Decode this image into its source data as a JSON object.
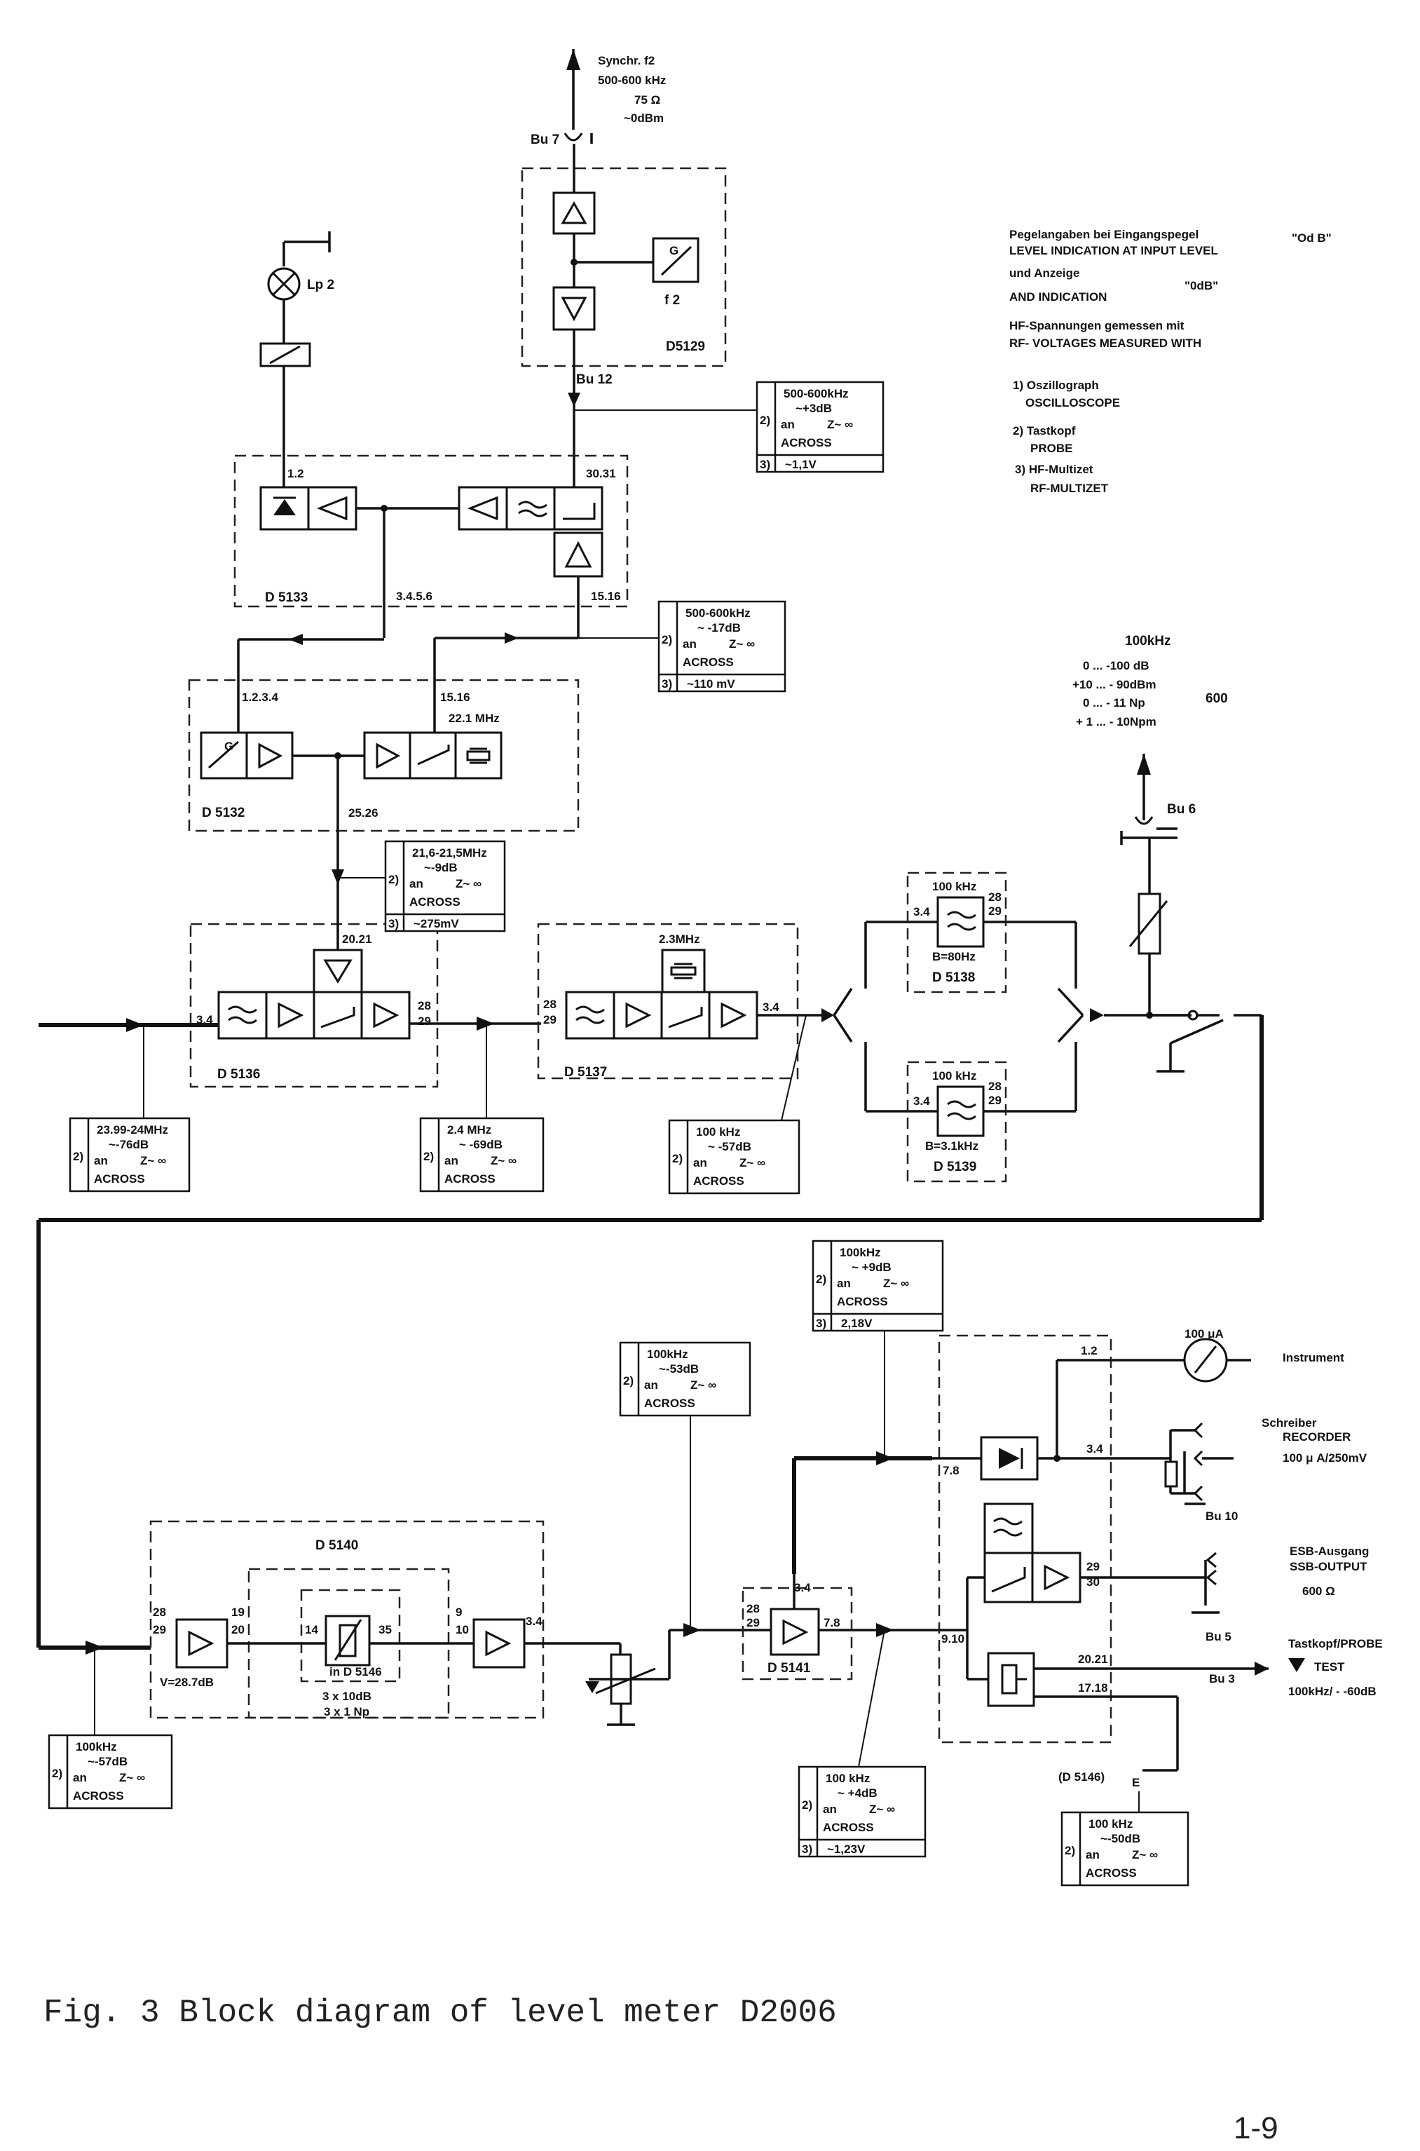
{
  "figure": {
    "caption": "Fig. 3  Block diagram of level meter D2006",
    "page_number": "1-9"
  },
  "notes": {
    "lines": [
      "Pegelangaben bei Eingangspegel",
      "LEVEL INDICATION AT INPUT LEVEL",
      "und Anzeige",
      "AND INDICATION",
      "HF-Spannungen gemessen mit",
      "RF- VOLTAGES MEASURED WITH",
      "1) Oszillograph",
      "OSCILLOSCOPE",
      "2) Tastkopf",
      "PROBE",
      "3) HF-Multizet",
      "RF-MULTIZET"
    ],
    "level_a": "\"Od B\"",
    "level_b": "\"0dB\""
  },
  "sync": {
    "lines": [
      "Synchr. f2",
      "500-600 kHz",
      "75 Ω",
      "~0dBm"
    ],
    "connector": "Bu 7"
  },
  "lamp": {
    "label": "Lp 2"
  },
  "input_range": {
    "freq": "100kHz",
    "lines": [
      "0 ... -100 dB",
      "+10 ... - 90dBm",
      "0 ... - 11 Np",
      "+ 1 ... - 10Npm"
    ],
    "impedance": "600",
    "connector": "Bu 6"
  },
  "modules": {
    "d5129": {
      "name": "D5129",
      "osc_label": "f 2",
      "connector": "Bu 12"
    },
    "d5133": {
      "name": "D 5133",
      "pin_a": "1.2",
      "pin_b": "30.31",
      "pin_c": "3.4.5.6",
      "pin_d": "15.16"
    },
    "d5132": {
      "name": "D 5132",
      "pin_a": "1.2.3.4",
      "pin_b": "15.16",
      "freq": "22.1 MHz",
      "pin_c": "25.26"
    },
    "d5136": {
      "name": "D 5136",
      "pin_a": "20.21",
      "pin_in": "3.4",
      "pin_out_a": "28",
      "pin_out_b": "29"
    },
    "d5137": {
      "name": "D 5137",
      "freq": "2.3MHz",
      "pin_in_a": "28",
      "pin_in_b": "29",
      "pin_out": "3.4"
    },
    "d5138": {
      "name": "D 5138",
      "freq": "100 kHz",
      "bw": "B=80Hz",
      "pin_in": "3.4",
      "pin_out_a": "28",
      "pin_out_b": "29"
    },
    "d5139": {
      "name": "D 5139",
      "freq": "100 kHz",
      "bw": "B=3.1kHz",
      "pin_in": "3.4",
      "pin_out_a": "28",
      "pin_out_b": "29"
    },
    "d5140": {
      "name": "D 5140",
      "pin_in_a": "28",
      "pin_in_b": "29",
      "gain": "V=28.7dB",
      "pin_b_a": "19",
      "pin_b_b": "20",
      "pin_c": "14",
      "pin_d": "35",
      "sub": "in D 5146",
      "att_a": "3 x 10dB",
      "att_b": "3 x 1 Np",
      "pin_e_a": "9",
      "pin_e_b": "10",
      "pin_f": "3.4"
    },
    "d5141": {
      "name": "D 5141",
      "pin_a": "3.4",
      "pin_in_a": "28",
      "pin_in_b": "29",
      "pin_out": "7.8"
    },
    "output": {
      "pin_a": "1.2",
      "pin_b": "3.4",
      "pin_c": "7.8",
      "pin_d_a": "29",
      "pin_d_b": "30",
      "pin_e": "9.10",
      "pin_f": "20.21",
      "pin_g": "17.18"
    }
  },
  "outputs": {
    "instrument": {
      "scale": "100 μA",
      "label": "Instrument"
    },
    "recorder": {
      "lines": [
        "Schreiber",
        "RECORDER",
        "100 μ A/250mV"
      ],
      "connector": "Bu 10"
    },
    "ssb": {
      "lines": [
        "ESB-Ausgang",
        "SSB-OUTPUT",
        "600 Ω"
      ],
      "connector": "Bu 5"
    },
    "probe": {
      "lines": [
        "Tastkopf/PROBE",
        "TEST",
        "100kHz/ - -60dB"
      ],
      "connector": "Bu 3"
    },
    "d5146_ref": "(D 5146)",
    "e_mark": "E"
  },
  "level_boxes": [
    {
      "id": "lb1",
      "n2": "2)",
      "freq": "500-600kHz",
      "lvl": "~+3dB",
      "an": "an",
      "z": "Z~ ∞",
      "across": "ACROSS",
      "n3": "3)",
      "v": "~1,1V"
    },
    {
      "id": "lb2",
      "n2": "2)",
      "freq": "500-600kHz",
      "lvl": "~ -17dB",
      "an": "an",
      "z": "Z~ ∞",
      "across": "ACROSS",
      "n3": "3)",
      "v": "~110 mV"
    },
    {
      "id": "lb3",
      "n2": "2)",
      "freq": "21,6-21,5MHz",
      "lvl": "~-9dB",
      "an": "an",
      "z": "Z~ ∞",
      "across": "ACROSS",
      "n3": "3)",
      "v": "~275mV"
    },
    {
      "id": "lb4",
      "n2": "2)",
      "freq": "23.99-24MHz",
      "lvl": "~-76dB",
      "an": "an",
      "z": "Z~ ∞",
      "across": "ACROSS"
    },
    {
      "id": "lb5",
      "n2": "2)",
      "freq": "2.4 MHz",
      "lvl": "~ -69dB",
      "an": "an",
      "z": "Z~ ∞",
      "across": "ACROSS"
    },
    {
      "id": "lb6",
      "n2": "2)",
      "freq": "100 kHz",
      "lvl": "~ -57dB",
      "an": "an",
      "z": "Z~ ∞",
      "across": "ACROSS"
    },
    {
      "id": "lb7",
      "n2": "2)",
      "freq": "100kHz",
      "lvl": "~ +9dB",
      "an": "an",
      "z": "Z~ ∞",
      "across": "ACROSS",
      "n3": "3)",
      "v": "2,18V"
    },
    {
      "id": "lb8",
      "n2": "2)",
      "freq": "100kHz",
      "lvl": "~-53dB",
      "an": "an",
      "z": "Z~ ∞",
      "across": "ACROSS"
    },
    {
      "id": "lb9",
      "n2": "2)",
      "freq": "100kHz",
      "lvl": "~-57dB",
      "an": "an",
      "z": "Z~ ∞",
      "across": "ACROSS"
    },
    {
      "id": "lb10",
      "n2": "2)",
      "freq": "100 kHz",
      "lvl": "~ +4dB",
      "an": "an",
      "z": "Z~ ∞",
      "across": "ACROSS",
      "n3": "3)",
      "v": "~1,23V"
    },
    {
      "id": "lb11",
      "n2": "2)",
      "freq": "100 kHz",
      "lvl": "~-50dB",
      "an": "an",
      "z": "Z~ ∞",
      "across": "ACROSS"
    }
  ]
}
